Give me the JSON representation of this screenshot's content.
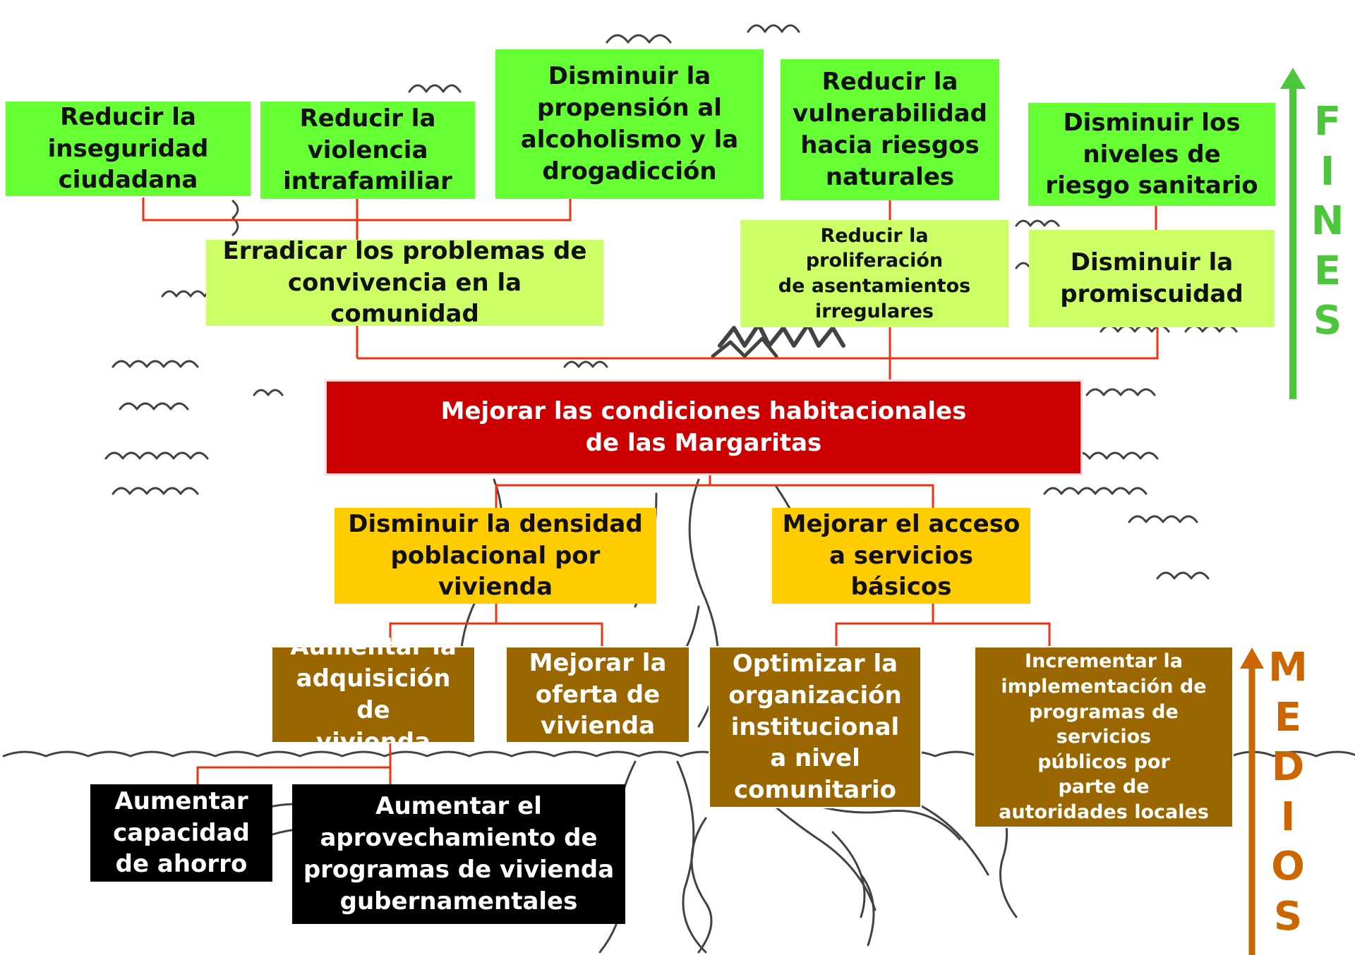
{
  "colors": {
    "fines_box": "#66ff33",
    "fines_secondary_box": "#ccff66",
    "central_objective": "#cc0000",
    "means_primary_box": "#ffcc00",
    "means_secondary_box": "#996600",
    "means_tertiary_box": "#000000",
    "connector_line": "#ee3311",
    "fines_arrow": "#4cc63a",
    "medios_arrow": "#cc6600"
  },
  "fines": {
    "top": [
      {
        "text": "Reducir la\ninseguridad\nciudadana"
      },
      {
        "text": "Reducir la\nviolencia\nintrafamiliar"
      },
      {
        "text": "Disminuir la\npropensión al\nalcoholismo y la\ndrogadicción"
      },
      {
        "text": "Reducir la\nvulnerabilidad\nhacia riesgos\nnaturales"
      },
      {
        "text": "Disminuir los\nniveles de\nriesgo sanitario"
      }
    ],
    "middle": [
      {
        "text": "Erradicar los problemas de\nconvivencia en la comunidad"
      },
      {
        "text": "Reducir la\nproliferación\nde asentamientos\nirregulares"
      },
      {
        "text": "Disminuir la\npromiscuidad"
      }
    ],
    "label": "F\nI\nN\nE\nS"
  },
  "central_objective": {
    "text": "Mejorar las condiciones habitacionales\nde las Margaritas"
  },
  "medios": {
    "primary": [
      {
        "text": "Disminuir la densidad\npoblacional por\nvivienda"
      },
      {
        "text": "Mejorar el acceso\na servicios básicos"
      }
    ],
    "secondary": [
      {
        "text": "Aumentar la\nadquisición de\nvivienda"
      },
      {
        "text": "Mejorar la\noferta de\nvivienda"
      },
      {
        "text": "Optimizar la\norganización\ninstitucional\na nivel\ncomunitario"
      },
      {
        "text": "Incrementar la\nimplementación de\nprogramas de servicios\npúblicos por\nparte de\nautoridades locales"
      }
    ],
    "tertiary": [
      {
        "text": "Aumentar\ncapacidad\nde ahorro"
      },
      {
        "text": "Aumentar el\naprovechamiento de\nprogramas de vivienda\ngubernamentales"
      }
    ],
    "label": "M\nE\nD\nI\nO\nS"
  },
  "illustration": {
    "subject": "tree-sketch",
    "style": "line-drawing"
  }
}
